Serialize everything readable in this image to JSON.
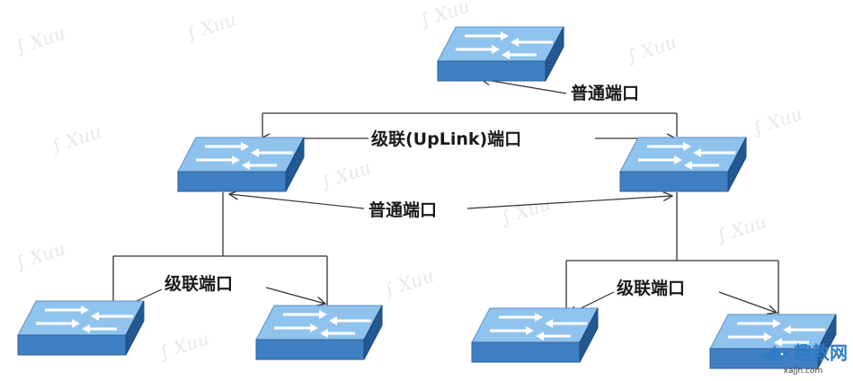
{
  "labels": {
    "top_normal_port": "普通端口",
    "uplink_port": "级联(UpLink)端口",
    "middle_normal_port": "普通端口",
    "left_cascade_port": "级联端口",
    "right_cascade_port": "级联端口"
  },
  "watermark": {
    "site_name": "趣教网",
    "site_domain": "xajjn.com"
  },
  "colors": {
    "switch_top": "#8fc3ee",
    "switch_front": "#3f7fc4",
    "switch_side": "#235892",
    "line": "#333333",
    "label": "#1a1a1a",
    "watermark_brand": "#2e7cc4"
  }
}
